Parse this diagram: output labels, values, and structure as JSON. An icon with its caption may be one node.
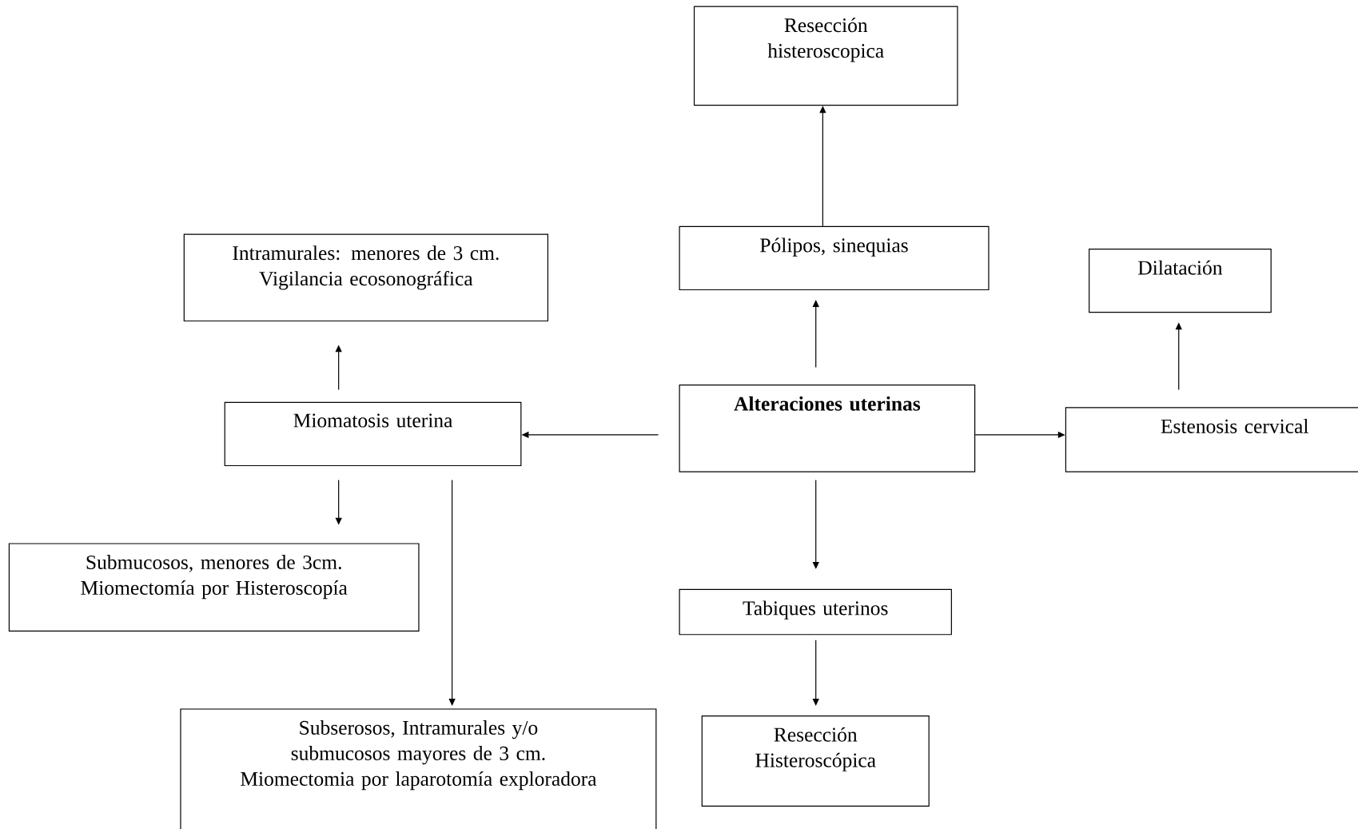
{
  "diagram": {
    "nodes": [
      {
        "text": [
          "Resección histeroscopica"
        ]
      },
      {
        "text": [
          "Intramurales: menores de 3 cm.",
          "Vigilancia ecosonográfica"
        ]
      },
      {
        "text": [
          "Pólipos, sinequias"
        ]
      },
      {
        "text": [
          "Dilatación"
        ]
      },
      {
        "text": [
          "Miomatosis uterina"
        ]
      },
      {
        "text": [
          "Alteraciones uterinas"
        ]
      },
      {
        "text": [
          "Estenosis cervical"
        ]
      },
      {
        "text": [
          "Submucosos, menores de 3cm.",
          "Miomectomía por Histeroscopía"
        ]
      },
      {
        "text": [
          "Tabiques uterinos"
        ]
      },
      {
        "text": [
          "Subserosos, Intramurales y/o submucosos mayores de 3 cm.",
          "Miomectomia por laparotomía exploradora"
        ]
      },
      {
        "text": [
          "Resección Histeroscópica"
        ]
      }
    ],
    "edges": [
      {
        "from": 5,
        "to": 2,
        "arrow": "to"
      },
      {
        "from": 2,
        "to": 0,
        "arrow": "to"
      },
      {
        "from": 5,
        "to": 4,
        "arrow": "to"
      },
      {
        "from": 5,
        "to": 6,
        "arrow": "to"
      },
      {
        "from": 6,
        "to": 3,
        "arrow": "to"
      },
      {
        "from": 4,
        "to": 1,
        "arrow": "to"
      },
      {
        "from": 4,
        "to": 7,
        "arrow": "to"
      },
      {
        "from": 4,
        "to": 9,
        "arrow": "to"
      },
      {
        "from": 5,
        "to": 8,
        "arrow": "to"
      },
      {
        "from": 8,
        "to": 10,
        "arrow": "to"
      }
    ]
  }
}
